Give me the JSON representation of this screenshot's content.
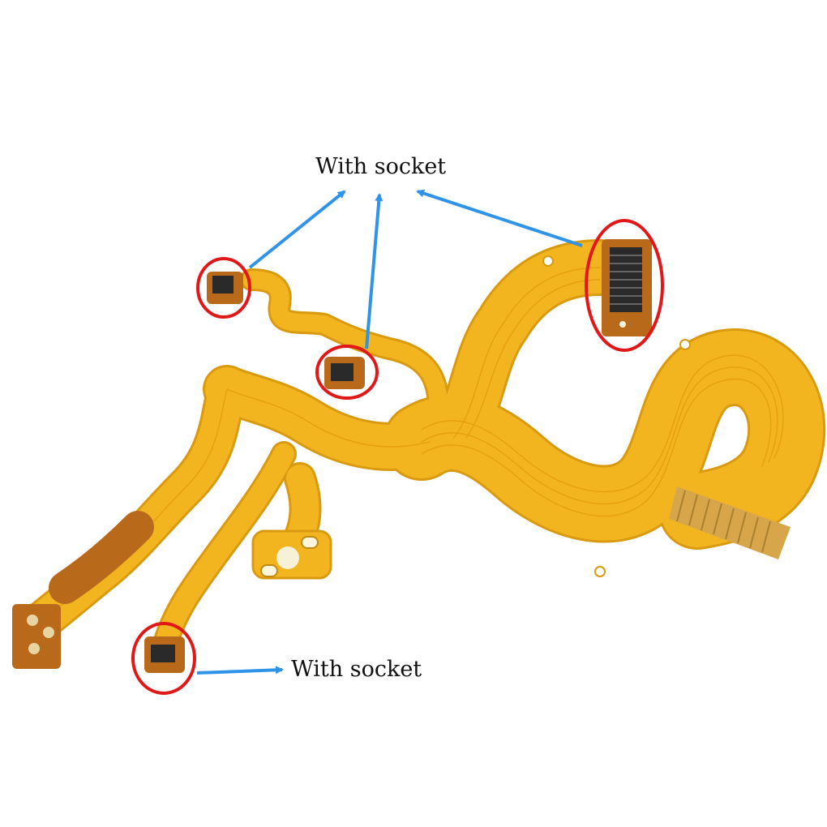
{
  "annotations": {
    "top_label": "With socket",
    "bottom_label": "With socket"
  },
  "colors": {
    "background": "#ffffff",
    "flex_cable": "#f2b51f",
    "flex_cable_edge": "#d99a10",
    "trace": "#e8a514",
    "stiffener": "#b86a1a",
    "connector_body": "#2a2a2a",
    "highlight_circle": "#e01818",
    "arrow": "#2f93e8",
    "label_text": "#111111"
  },
  "objects": {
    "flex_cable": "camera-flex-cable",
    "sockets_highlighted": 4,
    "arrows": 4
  }
}
